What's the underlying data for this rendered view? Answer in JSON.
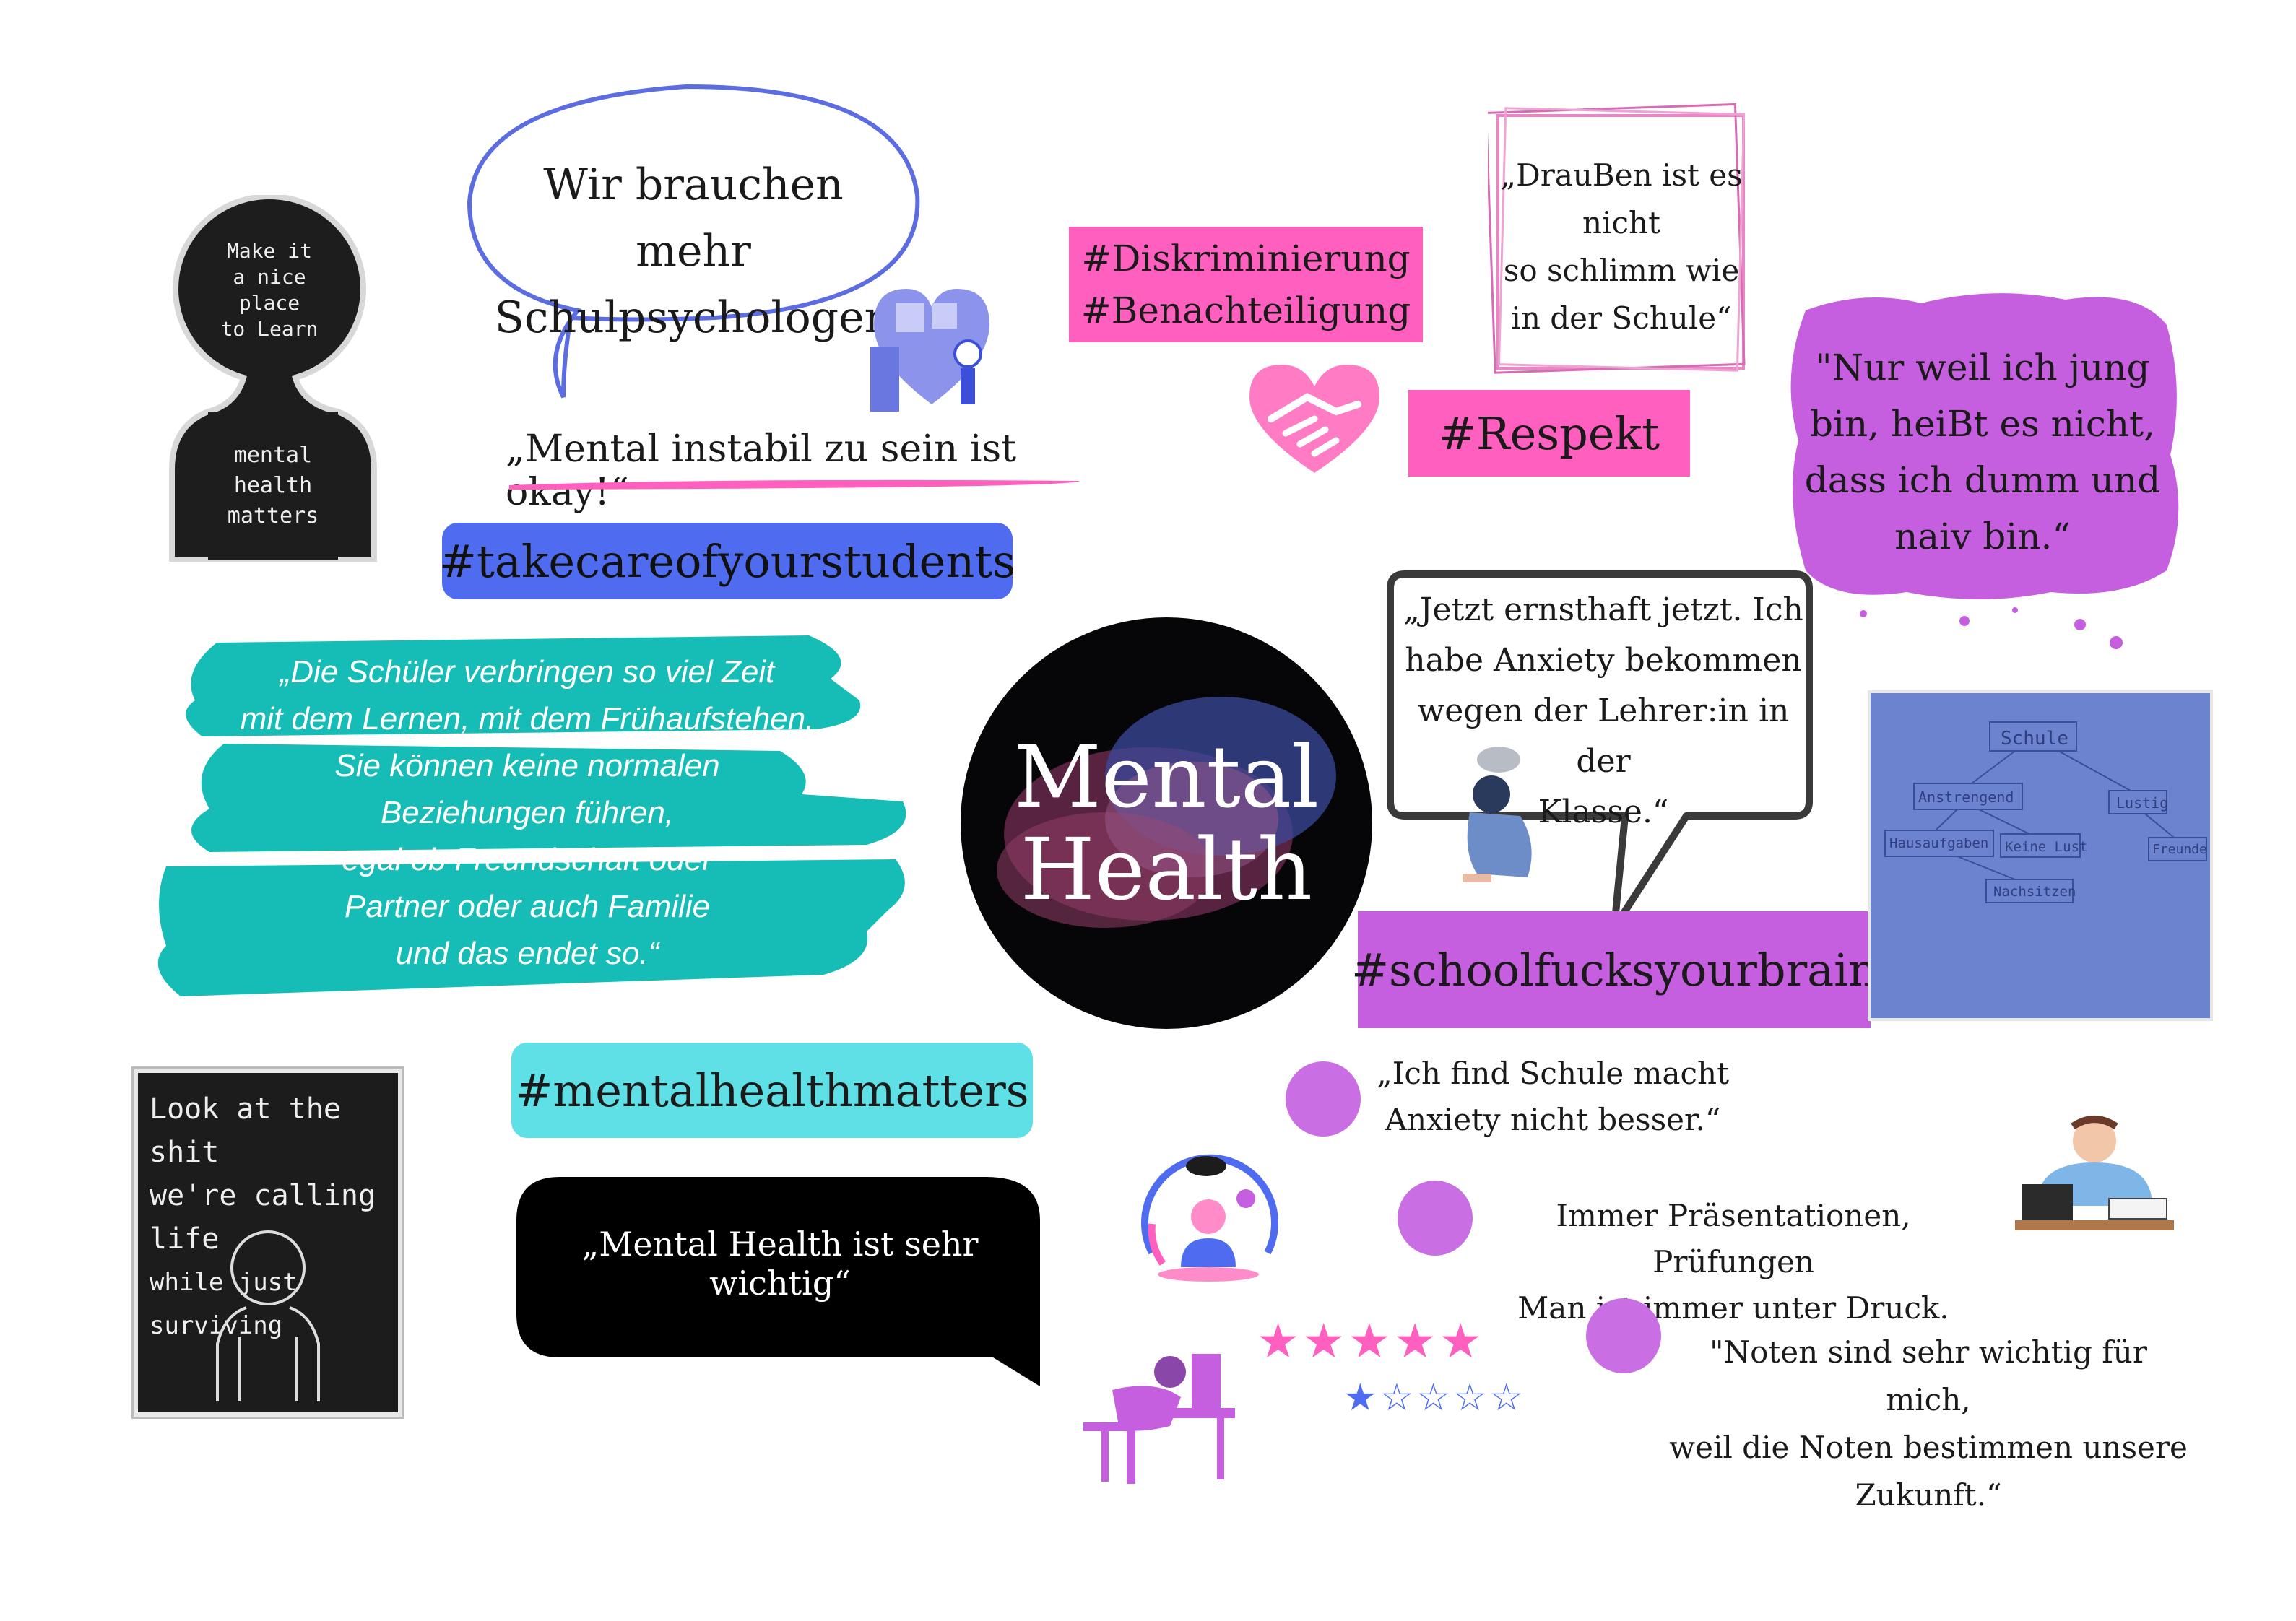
{
  "center": {
    "line1": "Mental",
    "line2": "Health"
  },
  "speech_bubble_top": {
    "line1": "Wir brauchen mehr",
    "line2": "Schulpsychologen"
  },
  "underlined_quote": "„Mental instabil zu sein ist okay!“",
  "tags": {
    "diskriminierung": "#Diskriminierung",
    "benachteiligung": "#Benachteiligung",
    "respekt": "#Respekt",
    "takecare": "#takecareofyourstudents",
    "schoolfucks": "#schoolfucksyourbrain",
    "mentalhealthmatters": "#mentalhealthmatters"
  },
  "frame_quote": {
    "line1": "„DrauBen ist es",
    "line2": "nicht",
    "line3": "so schlimm wie",
    "line4": "in der Schule“"
  },
  "splash_quote": {
    "line1": "\"Nur weil ich jung",
    "line2": "bin, heiBt es nicht,",
    "line3": "dass ich dumm und",
    "line4": "naiv bin.“"
  },
  "teal_quote": {
    "line1": "„Die Schüler verbringen so viel Zeit",
    "line2": "mit dem Lernen,  mit dem Frühaufstehen.",
    "line3": "Sie können keine normalen",
    "line4": "Beziehungen führen,",
    "line5": "egal ob Freundschaft oder",
    "line6": "Partner oder auch Familie",
    "line7": "und das endet so.“"
  },
  "anxiety_bubble": {
    "line1": "„Jetzt ernsthaft jetzt. Ich",
    "line2": "habe Anxiety  bekommen",
    "line3": "wegen der Lehrer:in in der",
    "line4": "Klasse.“"
  },
  "black_bubble": "„Mental Health ist sehr wichtig“",
  "bullets": [
    {
      "line1": "„Ich find Schule macht",
      "line2": "Anxiety nicht besser.“"
    },
    {
      "line1": "Immer Präsentationen, Prüfungen",
      "line2": "Man ist immer unter Druck."
    },
    {
      "line1": "\"Noten sind sehr wichtig für mich,",
      "line2": "weil die Noten bestimmen unsere",
      "line3": "Zukunft.“"
    }
  ],
  "chalk_top": {
    "line1": "Make it",
    "line2": "a nice place",
    "line3": "to Learn",
    "line4": "mental",
    "line5": "health",
    "line6": "matters"
  },
  "chalk_bottom": {
    "line1": "Look at the shit",
    "line2": "we're calling life",
    "line3": "while just surviving"
  },
  "mindmap": {
    "center": "Schule",
    "n1": "Anstrengend",
    "n2": "Lustig",
    "n3": "Hausaufgaben",
    "n4": "Keine Lust",
    "n5": "Freunde",
    "n6": "Nachsitzen"
  },
  "ratings": {
    "filled_row": "★★★★★",
    "second_row_filled": "★",
    "second_row_empty": "☆☆☆☆"
  },
  "colors": {
    "pink": "#ff5fbe",
    "violet": "#c65ee0",
    "blue": "#4f6cf0",
    "teal": "#16bdb6",
    "cyan": "#5ee0e6",
    "dot": "#c96ee3"
  }
}
